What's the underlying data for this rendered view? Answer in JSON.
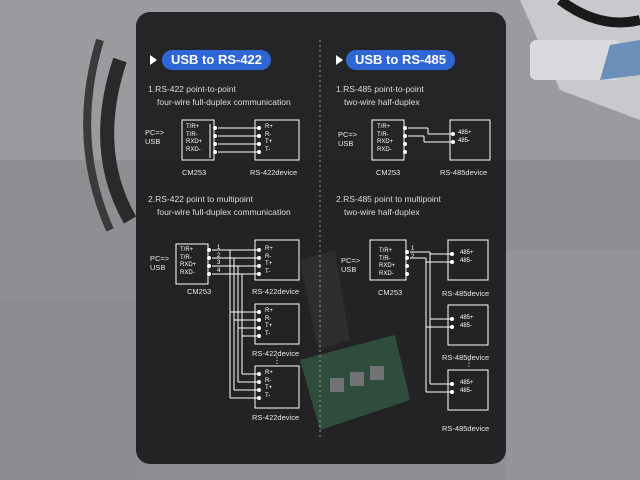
{
  "sections": {
    "rs422": {
      "title": "USB to RS-422",
      "p2p_line1": "1.RS-422 point-to-point",
      "p2p_line2": "four-wire full-duplex communication",
      "multi_line1": "2.RS-422 point to multipoint",
      "multi_line2": "four-wire full-duplex communication"
    },
    "rs485": {
      "title": "USB to RS-485",
      "p2p_line1": "1.RS-485 point-to-point",
      "p2p_line2": "two-wire half-duplex",
      "multi_line1": "2.RS-485 point to multipoint",
      "multi_line2": "two-wire half-duplex"
    }
  },
  "labels": {
    "pc_usb": "PC=> USB",
    "pc_usb_a": "PC=>",
    "pc_usb_b": "USB",
    "converter": "CM253",
    "rs422_device": "RS-422device",
    "rs485_device": "RS-485device",
    "vdots": "⋮"
  },
  "pins": {
    "converter": [
      "T/R+",
      "T/R-",
      "RXD+",
      "RXD-"
    ],
    "rs422_device": [
      "R+",
      "R-",
      "T+",
      "T-"
    ],
    "rs485_device": [
      "485+",
      "485-"
    ],
    "terminal_numbers": [
      "1",
      "2",
      "3",
      "4"
    ]
  },
  "colors": {
    "accent": "#2f66d6",
    "panel": "#121214",
    "wire": "#ffffff"
  }
}
